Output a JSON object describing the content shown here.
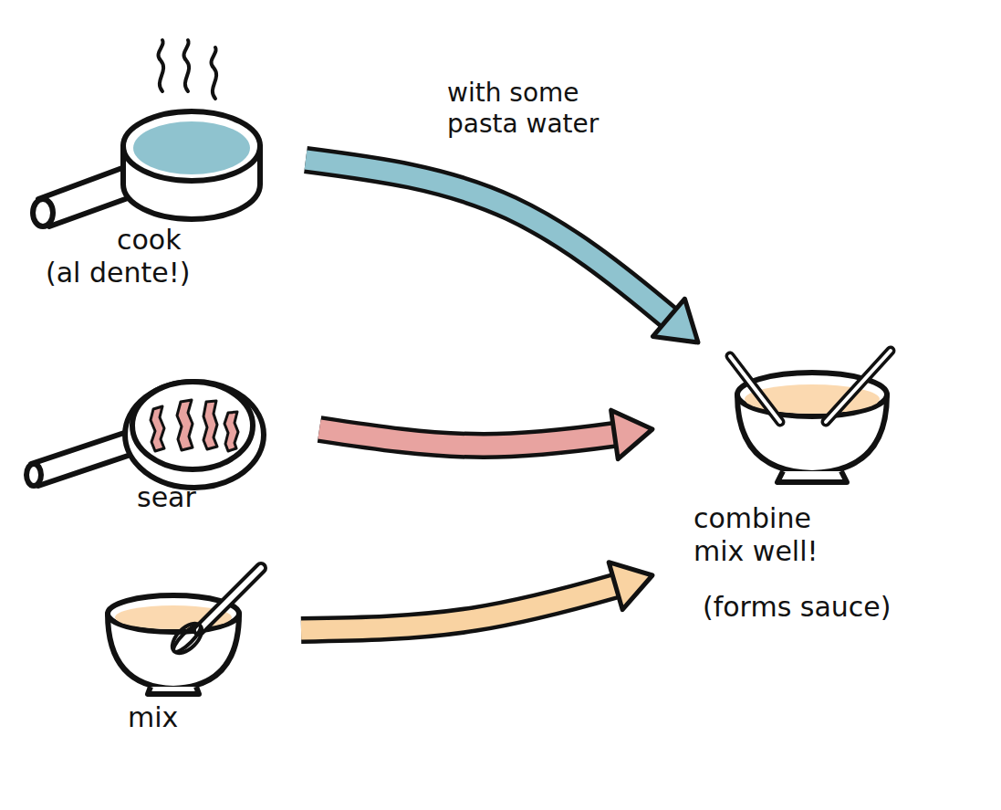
{
  "diagram": {
    "nodes": [
      {
        "text": [
          "cook",
          "(al dente!)"
        ]
      },
      {
        "text": [
          "sear"
        ]
      },
      {
        "text": [
          "mix"
        ]
      },
      {
        "text": [
          "combine mix well!",
          "(forms sauce)"
        ]
      }
    ],
    "edges": [
      {
        "from": 0,
        "to": 3,
        "arrow": "to",
        "label": "with some pasta water"
      },
      {
        "from": 1,
        "to": 3,
        "arrow": "to"
      },
      {
        "from": 2,
        "to": 3,
        "arrow": "to"
      }
    ]
  }
}
